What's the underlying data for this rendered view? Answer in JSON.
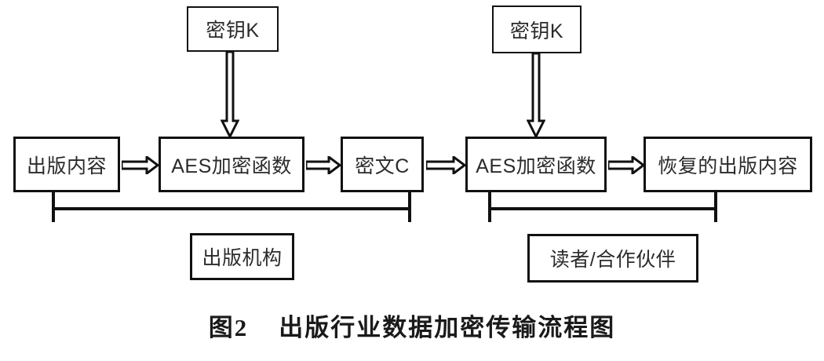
{
  "figure": {
    "caption": "图2    出版行业数据加密传输流程图",
    "caption_label": "图2",
    "caption_title": "出版行业数据加密传输流程图"
  },
  "colors": {
    "stroke": "#111111",
    "text": "#2b2b2b",
    "caption_text": "#1a1a1a",
    "background": "#ffffff"
  },
  "nodes": {
    "key_left": {
      "label": "密钥K"
    },
    "key_right": {
      "label": "密钥K"
    },
    "source_content": {
      "label": "出版内容"
    },
    "aes_encrypt": {
      "label": "AES加密函数"
    },
    "ciphertext": {
      "label": "密文C"
    },
    "aes_decrypt": {
      "label": "AES加密函数"
    },
    "recovered_content": {
      "label": "恢复的出版内容"
    },
    "publisher_group": {
      "label": "出版机构"
    },
    "reader_group": {
      "label": "读者/合作伙伴"
    }
  },
  "flow": {
    "steps": [
      "出版内容",
      "AES加密函数",
      "密文C",
      "AES加密函数",
      "恢复的出版内容"
    ],
    "key_inputs": [
      "密钥K",
      "密钥K"
    ],
    "groups": [
      {
        "label": "出版机构",
        "covers": [
          "出版内容",
          "AES加密函数",
          "密文C"
        ]
      },
      {
        "label": "读者/合作伙伴",
        "covers": [
          "AES加密函数",
          "恢复的出版内容"
        ]
      }
    ]
  },
  "arrows": {
    "horizontal": [
      {
        "from": "出版内容",
        "to": "AES加密函数",
        "style": "hollow"
      },
      {
        "from": "AES加密函数",
        "to": "密文C",
        "style": "hollow"
      },
      {
        "from": "密文C",
        "to": "AES加密函数",
        "style": "hollow"
      },
      {
        "from": "AES加密函数",
        "to": "恢复的出版内容",
        "style": "hollow"
      }
    ],
    "vertical": [
      {
        "from": "密钥K",
        "to": "AES加密函数",
        "style": "hollow"
      },
      {
        "from": "密钥K",
        "to": "AES加密函数",
        "style": "hollow"
      }
    ]
  }
}
